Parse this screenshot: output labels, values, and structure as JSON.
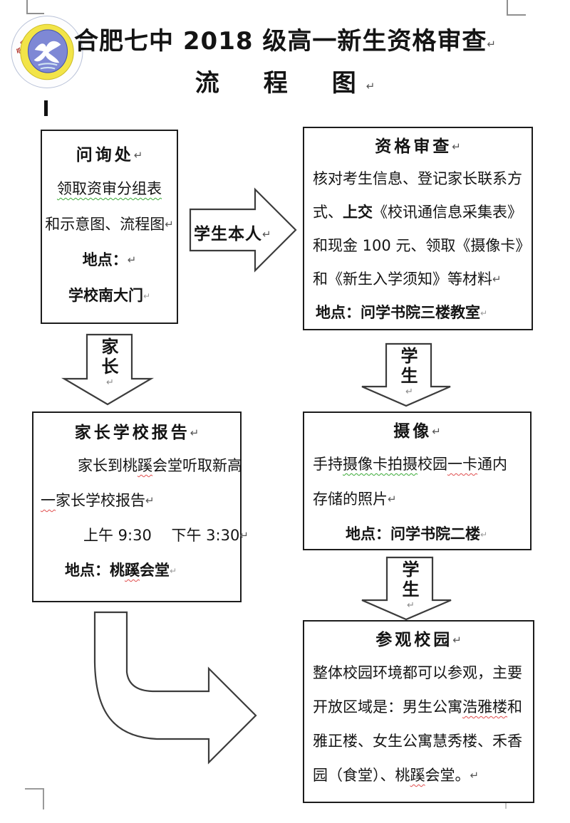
{
  "page": {
    "title_line1": "合肥七中 2018 级高一新生资格审查",
    "title_line2": "流　程　图",
    "return_mark": "↵"
  },
  "logo": {
    "top_arc_text": "合肥市第七中学",
    "bottom_arc_text": "NO.7 MIDDLE SCHOOL OF HEFEI",
    "ring_color": "#f2e448",
    "core_color": "#7e88d5",
    "top_text_color": "#b53a30",
    "bottom_text_color": "#27357f"
  },
  "labels": {
    "student_self": "学生本人",
    "parent": "家长",
    "student": "学生"
  },
  "boxes": {
    "inquiry": {
      "title": "问询处",
      "line1": "领取资审分组表",
      "line2": "和示意图、流程图",
      "line3": "地点：",
      "line4": "学校南大门"
    },
    "review": {
      "title": "资格审查",
      "l1": "核对考生信息、登记家长联系方",
      "l2a": "式、",
      "l2b": "上交",
      "l2c": "《校讯通信息采集表》",
      "l3": "和现金 100 元、领取《摄像卡》",
      "l4": "和《新生入学须知》等材料",
      "loc": "地点：问学书院三楼教室"
    },
    "parent_report": {
      "title": "家长学校报告",
      "l1a": "家长到桃",
      "l1b": "蹊",
      "l1c": "会堂听取新高",
      "l2a": "一",
      "l2b": "家长学校报告",
      "l3": "上午 9:30　 下午 3:30",
      "loca": "地点：桃",
      "locb": "蹊",
      "locc": "会堂"
    },
    "photo": {
      "title": "摄像",
      "l1a": "手持",
      "l1b": "摄像卡拍摄",
      "l1c": "校园",
      "l1d": "一卡",
      "l1e": "通内",
      "l2": "存储的照片",
      "loc": "地点：问学书院二楼"
    },
    "campus_tour": {
      "title": "参观校园",
      "l1": "整体校园环境都可以参观，主要",
      "l2a": "开放区域是：男生公寓",
      "l2b": "浩雅楼",
      "l2c": "和",
      "l3": "雅正楼、女生公寓慧秀楼、禾香",
      "l4a": "园（食堂）、桃",
      "l4b": "蹊",
      "l4c": "会堂。"
    }
  }
}
